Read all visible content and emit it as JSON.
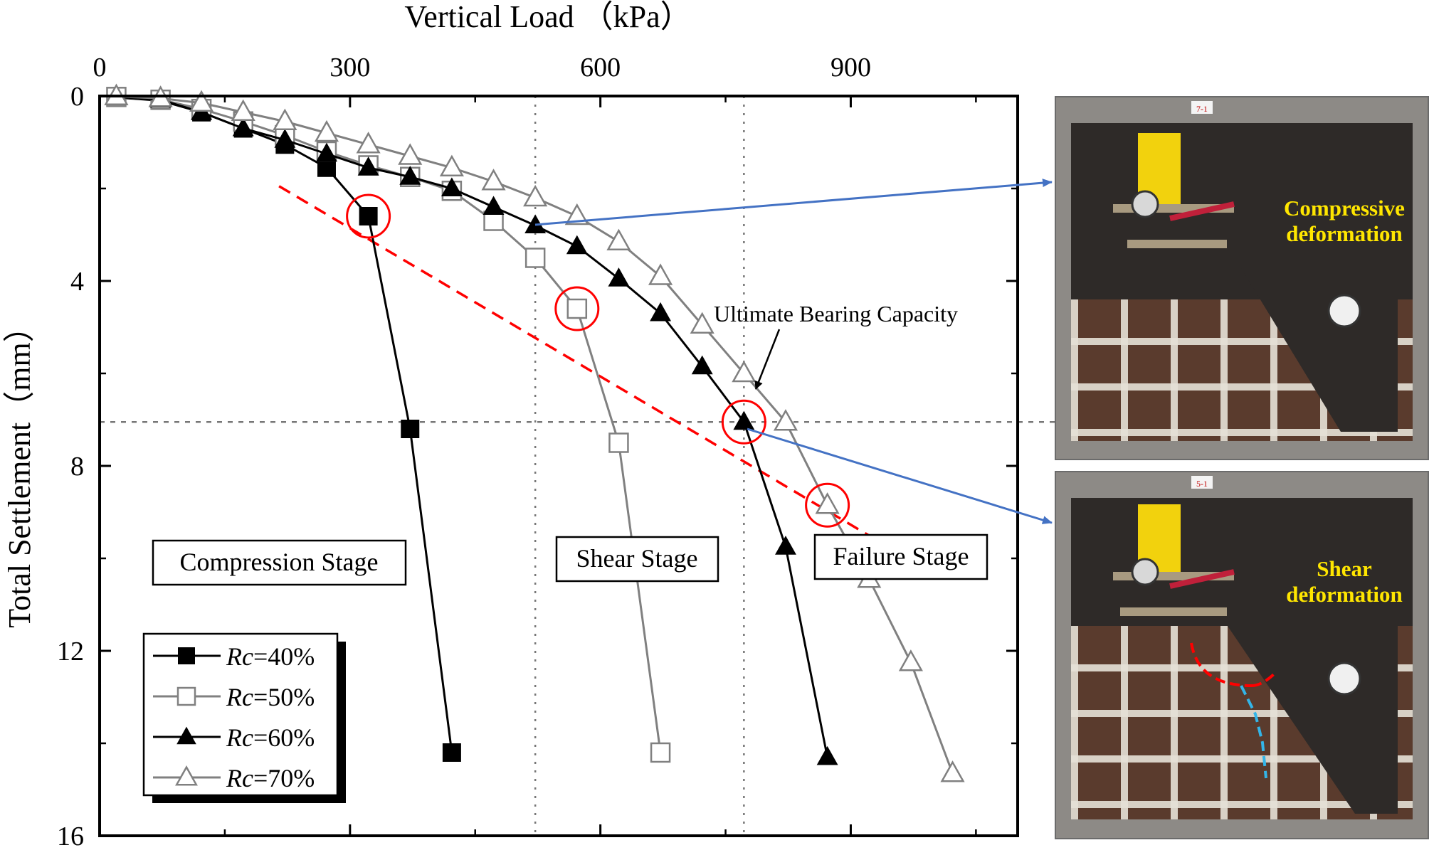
{
  "chart_data": {
    "type": "line",
    "title": "",
    "xlabel": "Vertical Load （kPa）",
    "ylabel": "Total Settlement（mm）",
    "xlim": [
      0,
      1100
    ],
    "ylim": [
      0,
      16
    ],
    "y_inverted": true,
    "x_axis_position": "top",
    "x_ticks": [
      0,
      300,
      600,
      900
    ],
    "y_ticks": [
      0,
      4,
      8,
      12,
      16
    ],
    "grid": false,
    "legend_position": "bottom-left",
    "series": [
      {
        "name": "Rc=40%",
        "name_italic": "Rc",
        "name_rest": "=40%",
        "marker": "filled-square",
        "color": "#000000",
        "points": [
          [
            20,
            0.03
          ],
          [
            73,
            0.1
          ],
          [
            122,
            0.35
          ],
          [
            172,
            0.7
          ],
          [
            222,
            1.05
          ],
          [
            272,
            1.55
          ],
          [
            322,
            2.6
          ],
          [
            372,
            7.2
          ],
          [
            422,
            14.2
          ]
        ]
      },
      {
        "name": "Rc=50%",
        "name_italic": "Rc",
        "name_rest": "=50%",
        "marker": "open-square",
        "color": "#808080",
        "points": [
          [
            20,
            0.02
          ],
          [
            73,
            0.08
          ],
          [
            122,
            0.28
          ],
          [
            172,
            0.55
          ],
          [
            222,
            0.85
          ],
          [
            272,
            1.2
          ],
          [
            322,
            1.5
          ],
          [
            372,
            1.75
          ],
          [
            422,
            2.05
          ],
          [
            472,
            2.7
          ],
          [
            522,
            3.5
          ],
          [
            572,
            4.6
          ],
          [
            622,
            7.5
          ],
          [
            672,
            14.2
          ]
        ]
      },
      {
        "name": "Rc=60%",
        "name_italic": "Rc",
        "name_rest": "=60%",
        "marker": "filled-triangle",
        "color": "#000000",
        "points": [
          [
            20,
            0.02
          ],
          [
            73,
            0.08
          ],
          [
            122,
            0.35
          ],
          [
            172,
            0.7
          ],
          [
            222,
            0.95
          ],
          [
            272,
            1.25
          ],
          [
            322,
            1.55
          ],
          [
            372,
            1.75
          ],
          [
            422,
            2.0
          ],
          [
            472,
            2.4
          ],
          [
            522,
            2.8
          ],
          [
            572,
            3.25
          ],
          [
            622,
            3.95
          ],
          [
            672,
            4.7
          ],
          [
            722,
            5.85
          ],
          [
            772,
            7.05
          ],
          [
            822,
            9.75
          ],
          [
            872,
            14.3
          ]
        ]
      },
      {
        "name": "Rc=70%",
        "name_italic": "Rc",
        "name_rest": "=70%",
        "marker": "open-triangle",
        "color": "#808080",
        "points": [
          [
            20,
            0.01
          ],
          [
            73,
            0.05
          ],
          [
            122,
            0.15
          ],
          [
            172,
            0.35
          ],
          [
            222,
            0.55
          ],
          [
            272,
            0.8
          ],
          [
            322,
            1.05
          ],
          [
            372,
            1.3
          ],
          [
            422,
            1.55
          ],
          [
            472,
            1.85
          ],
          [
            522,
            2.2
          ],
          [
            572,
            2.6
          ],
          [
            622,
            3.15
          ],
          [
            672,
            3.9
          ],
          [
            722,
            4.95
          ],
          [
            772,
            6.0
          ],
          [
            822,
            7.05
          ],
          [
            872,
            8.85
          ],
          [
            922,
            10.45
          ],
          [
            972,
            12.25
          ],
          [
            1022,
            14.65
          ]
        ]
      }
    ],
    "annotations": {
      "stage_labels": [
        "Compression Stage",
        "Shear Stage",
        "Failure Stage"
      ],
      "ultimate_bearing_capacity_label": "Ultimate Bearing Capacity",
      "red_dashed_trend": [
        [
          215,
          1.95
        ],
        [
          940,
          9.7
        ]
      ],
      "red_circles": [
        [
          322,
          2.6
        ],
        [
          572,
          4.6
        ],
        [
          772,
          7.05
        ],
        [
          872,
          8.85
        ]
      ],
      "vertical_dotted_lines_x": [
        522,
        772
      ],
      "horizontal_dashed_line_y": 7.05
    }
  },
  "photos": {
    "top_label": "Compressive\ndeformation",
    "bottom_label": "Shear\ndeformation",
    "top_tag": "7-1",
    "bottom_tag": "5-1"
  },
  "colors": {
    "axis": "#000000",
    "gray_series": "#808080",
    "red_annotation": "#ff0000",
    "blue_arrow": "#4472c4",
    "photo_label": "#ffe600"
  }
}
